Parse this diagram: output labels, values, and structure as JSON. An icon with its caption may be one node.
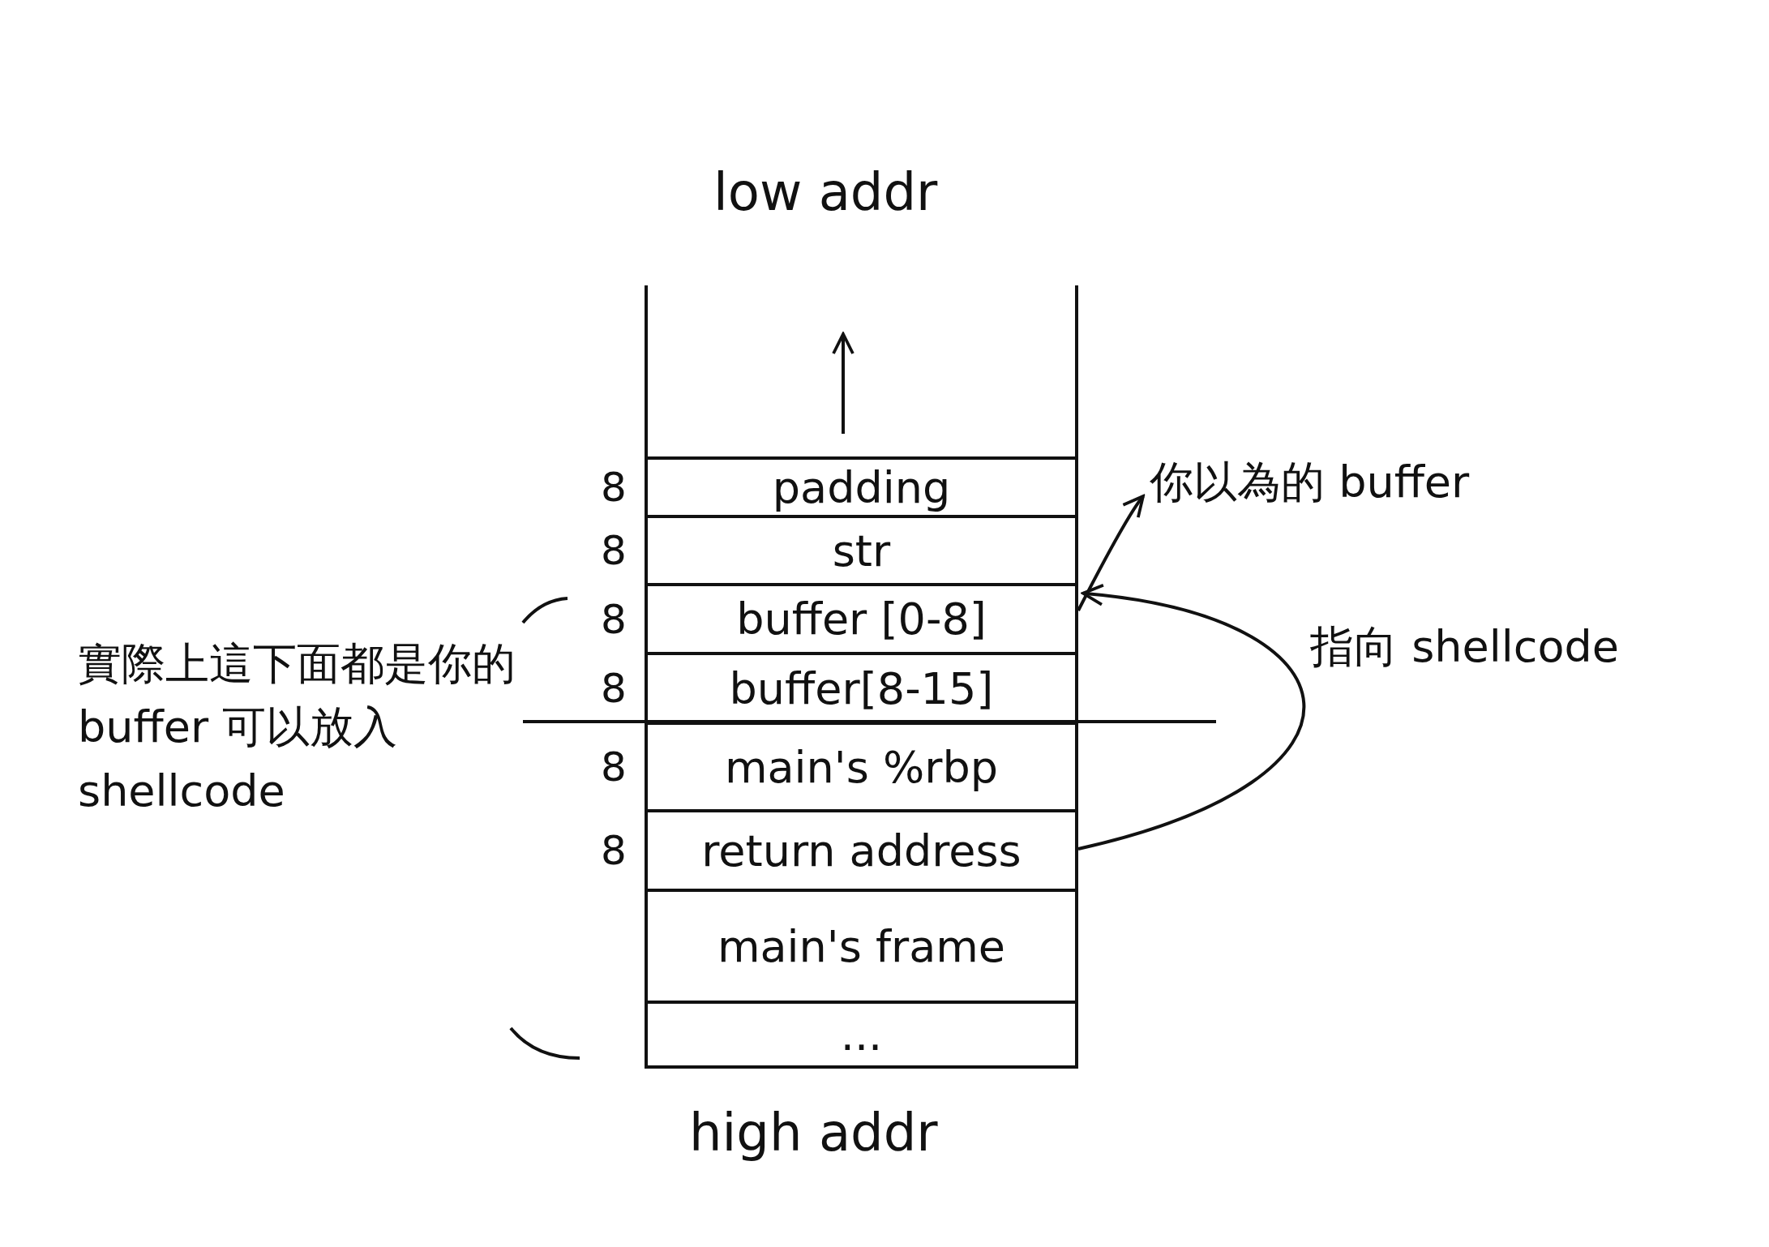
{
  "diagram": {
    "nodes": [
      {
        "text": [
          "padding"
        ],
        "beside": [
          "8"
        ]
      },
      {
        "text": [
          "str"
        ],
        "beside": [
          "8"
        ]
      },
      {
        "text": [
          "buffer [0-8]"
        ],
        "beside": [
          "8"
        ]
      },
      {
        "text": [
          "buffer[8-15]"
        ],
        "beside": [
          "8"
        ]
      },
      {
        "text": [
          "main's %rbp"
        ],
        "beside": [
          "8"
        ]
      },
      {
        "text": [
          "return address"
        ],
        "beside": [
          "8"
        ]
      },
      {
        "text": [
          "main's frame"
        ]
      },
      {
        "text": [
          "..."
        ]
      },
      {
        "text": [
          "你以為的 buffer"
        ]
      },
      {
        "text": [
          "實際上這下面都是你的 buffer 可以放入shellcode"
        ]
      }
    ],
    "edges": [
      {
        "from": 2,
        "to": 8,
        "arrow": "to"
      },
      {
        "from": 5,
        "to": 2,
        "arrow": "to",
        "label": "指向 shellcode"
      }
    ],
    "labels": [
      "low addr",
      "high addr"
    ]
  }
}
